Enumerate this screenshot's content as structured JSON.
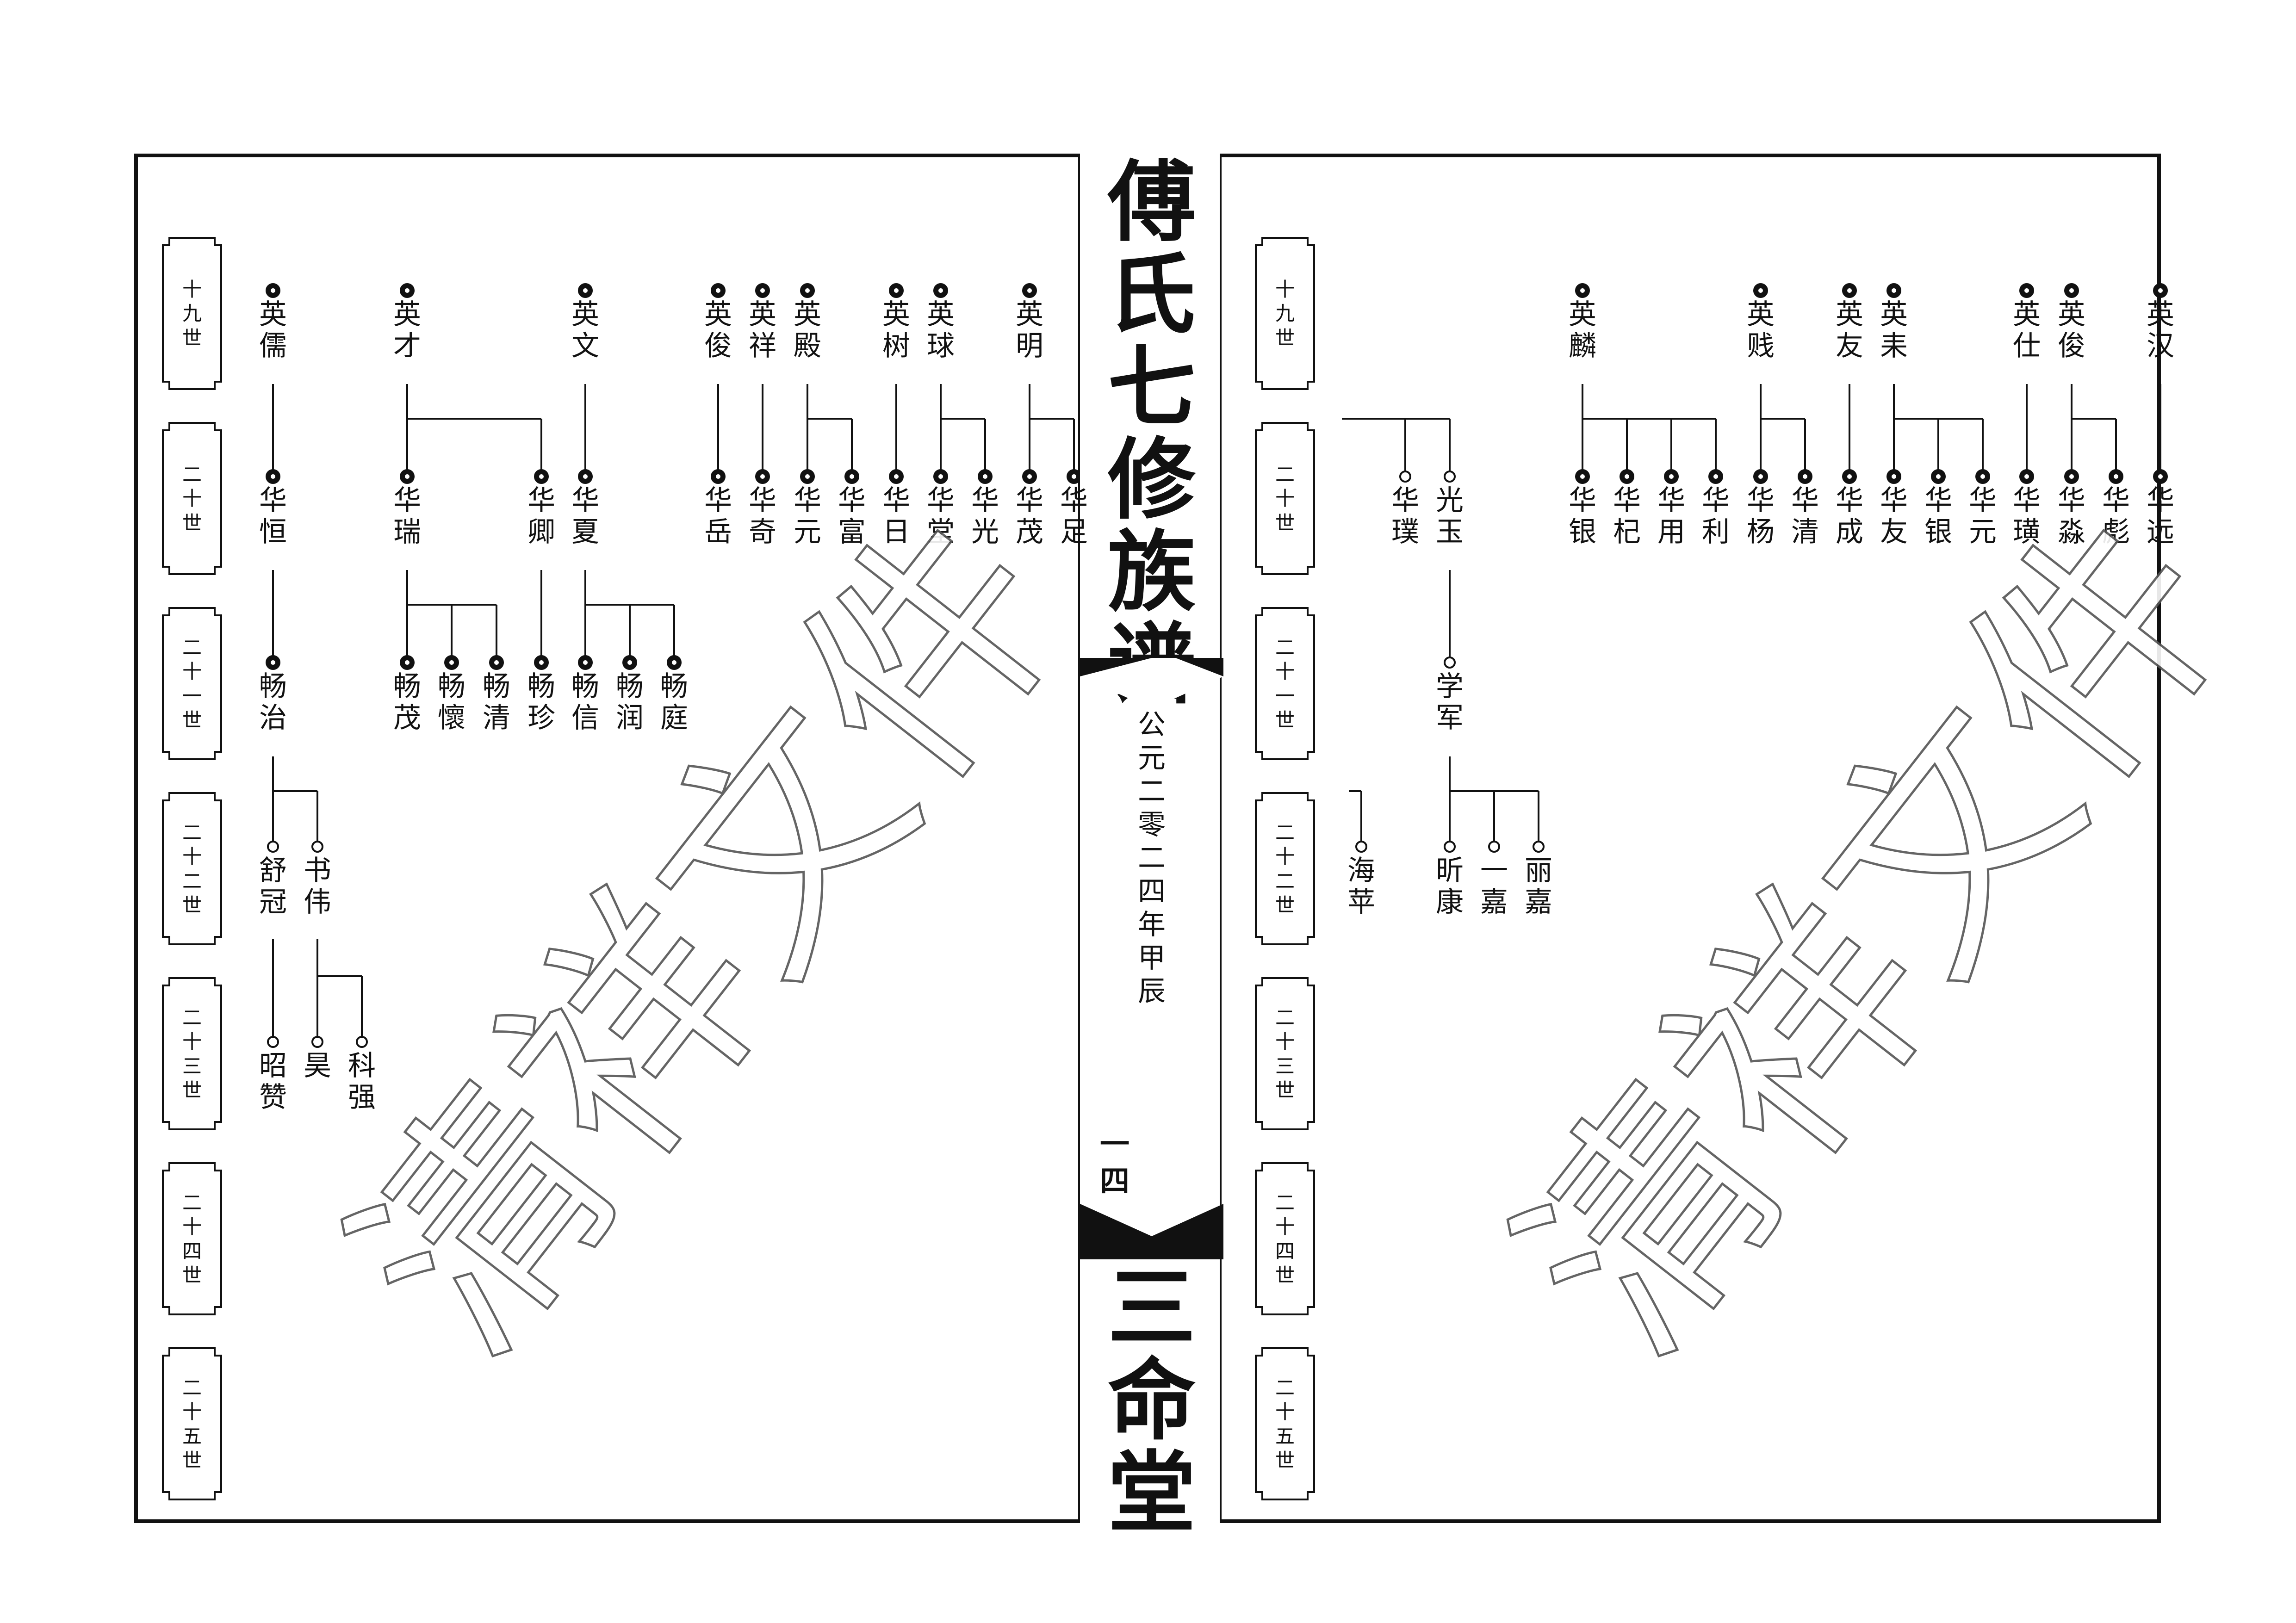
{
  "book": {
    "title": "傅氏七修族谱",
    "date": "公元二零二四年甲辰",
    "page_number": "一四",
    "hall_name": "三命堂",
    "watermark": "清祥文件"
  },
  "generation_labels": [
    "十九世",
    "二十世",
    "二十一世",
    "二十二世",
    "二十三世",
    "二十四世",
    "二十五世"
  ],
  "left_page": {
    "gen19": [
      {
        "name": "英儒",
        "filled": true
      },
      {
        "name": "英才",
        "filled": true
      },
      {
        "name": "英文",
        "filled": true
      },
      {
        "name": "英俊",
        "filled": true
      },
      {
        "name": "英祥",
        "filled": true
      },
      {
        "name": "英殿",
        "filled": true
      },
      {
        "name": "英树",
        "filled": true
      },
      {
        "name": "英球",
        "filled": true
      },
      {
        "name": "英明",
        "filled": true
      }
    ],
    "gen20": [
      {
        "name": "华恒",
        "filled": true
      },
      {
        "name": "华瑞",
        "filled": true
      },
      {
        "name": "华卿",
        "filled": true
      },
      {
        "name": "华夏",
        "filled": true
      },
      {
        "name": "华岳",
        "filled": true
      },
      {
        "name": "华奇",
        "filled": true
      },
      {
        "name": "华元",
        "filled": true
      },
      {
        "name": "华富",
        "filled": true
      },
      {
        "name": "华日",
        "filled": true
      },
      {
        "name": "华堂",
        "filled": true
      },
      {
        "name": "华光",
        "filled": true
      },
      {
        "name": "华茂",
        "filled": true
      },
      {
        "name": "华足",
        "filled": true
      }
    ],
    "gen21": [
      {
        "name": "畅治",
        "filled": true
      },
      {
        "name": "畅茂",
        "filled": true
      },
      {
        "name": "畅懷",
        "filled": true
      },
      {
        "name": "畅清",
        "filled": true
      },
      {
        "name": "畅珍",
        "filled": true
      },
      {
        "name": "畅信",
        "filled": true
      },
      {
        "name": "畅润",
        "filled": true
      },
      {
        "name": "畅庭",
        "filled": true
      }
    ],
    "gen22": [
      {
        "name": "舒冠",
        "filled": false
      },
      {
        "name": "书伟",
        "filled": false
      }
    ],
    "gen23": [
      {
        "name": "昭赞",
        "filled": false
      },
      {
        "name": "昊",
        "filled": false
      },
      {
        "name": "科强",
        "filled": false
      }
    ]
  },
  "right_page": {
    "gen19": [
      {
        "name": "英麟",
        "filled": true
      },
      {
        "name": "英贱",
        "filled": true
      },
      {
        "name": "英友",
        "filled": true
      },
      {
        "name": "英耒",
        "filled": true
      },
      {
        "name": "英仕",
        "filled": true
      },
      {
        "name": "英俊",
        "filled": true
      },
      {
        "name": "英汉",
        "filled": true
      }
    ],
    "gen20": [
      {
        "name": "华璞",
        "filled": false
      },
      {
        "name": "光玉",
        "filled": false
      },
      {
        "name": "华银",
        "filled": true
      },
      {
        "name": "华杞",
        "filled": true
      },
      {
        "name": "华用",
        "filled": true
      },
      {
        "name": "华利",
        "filled": true
      },
      {
        "name": "华杨",
        "filled": true
      },
      {
        "name": "华清",
        "filled": true
      },
      {
        "name": "华成",
        "filled": true
      },
      {
        "name": "华友",
        "filled": true
      },
      {
        "name": "华银",
        "filled": true
      },
      {
        "name": "华元",
        "filled": true
      },
      {
        "name": "华璜",
        "filled": true
      },
      {
        "name": "华淼",
        "filled": true
      },
      {
        "name": "华彪",
        "filled": true
      },
      {
        "name": "华远",
        "filled": true
      }
    ],
    "gen21": [
      {
        "name": "学军",
        "filled": false
      }
    ],
    "gen22": [
      {
        "name": "海苹",
        "filled": false
      },
      {
        "name": "昕康",
        "filled": false
      },
      {
        "name": "一嘉",
        "filled": false
      },
      {
        "name": "丽嘉",
        "filled": false
      }
    ]
  }
}
